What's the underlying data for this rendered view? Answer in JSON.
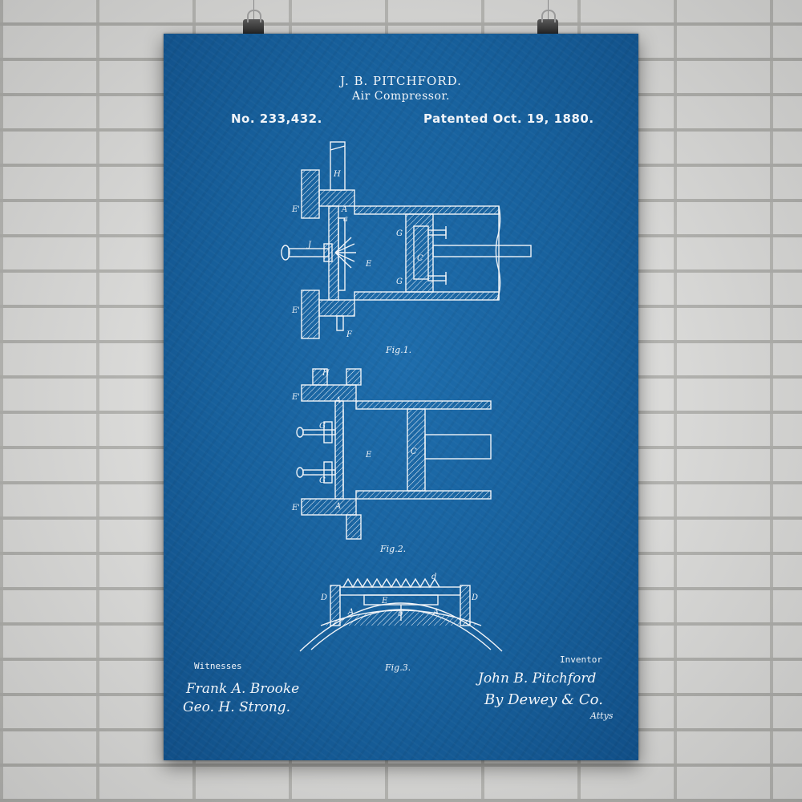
{
  "poster": {
    "inventor": "J. B. PITCHFORD.",
    "title": "Air Compressor.",
    "patent_number": "No. 233,432.",
    "patent_date": "Patented Oct. 19, 1880.",
    "witnesses_label": "Witnesses",
    "inventor_label": "Inventor",
    "witness_signatures": [
      "Frank A. Brooke",
      "Geo. H. Strong."
    ],
    "inventor_signature": "John B. Pitchford",
    "attorney_signature": "By Dewey & Co.",
    "attorney_abbr": "Attys"
  },
  "figures": {
    "fig1": {
      "caption": "Fig.1.",
      "labels": [
        "H",
        "E'",
        "A",
        "a",
        "G",
        "J",
        "E",
        "C",
        "G",
        "E'",
        "F"
      ]
    },
    "fig2": {
      "caption": "Fig.2.",
      "labels": [
        "H",
        "E'",
        "A",
        "G",
        "E",
        "C",
        "G",
        "E'",
        "A"
      ]
    },
    "fig3": {
      "caption": "Fig.3.",
      "labels": [
        "d",
        "D",
        "D",
        "E",
        "A",
        "b",
        "A"
      ]
    }
  },
  "colors": {
    "wall": "#ececea",
    "mortar": "#bdbdb9",
    "poster_blue": "#17609c",
    "line_white": "#f1f4f8",
    "clip": "#2b2b2b"
  }
}
